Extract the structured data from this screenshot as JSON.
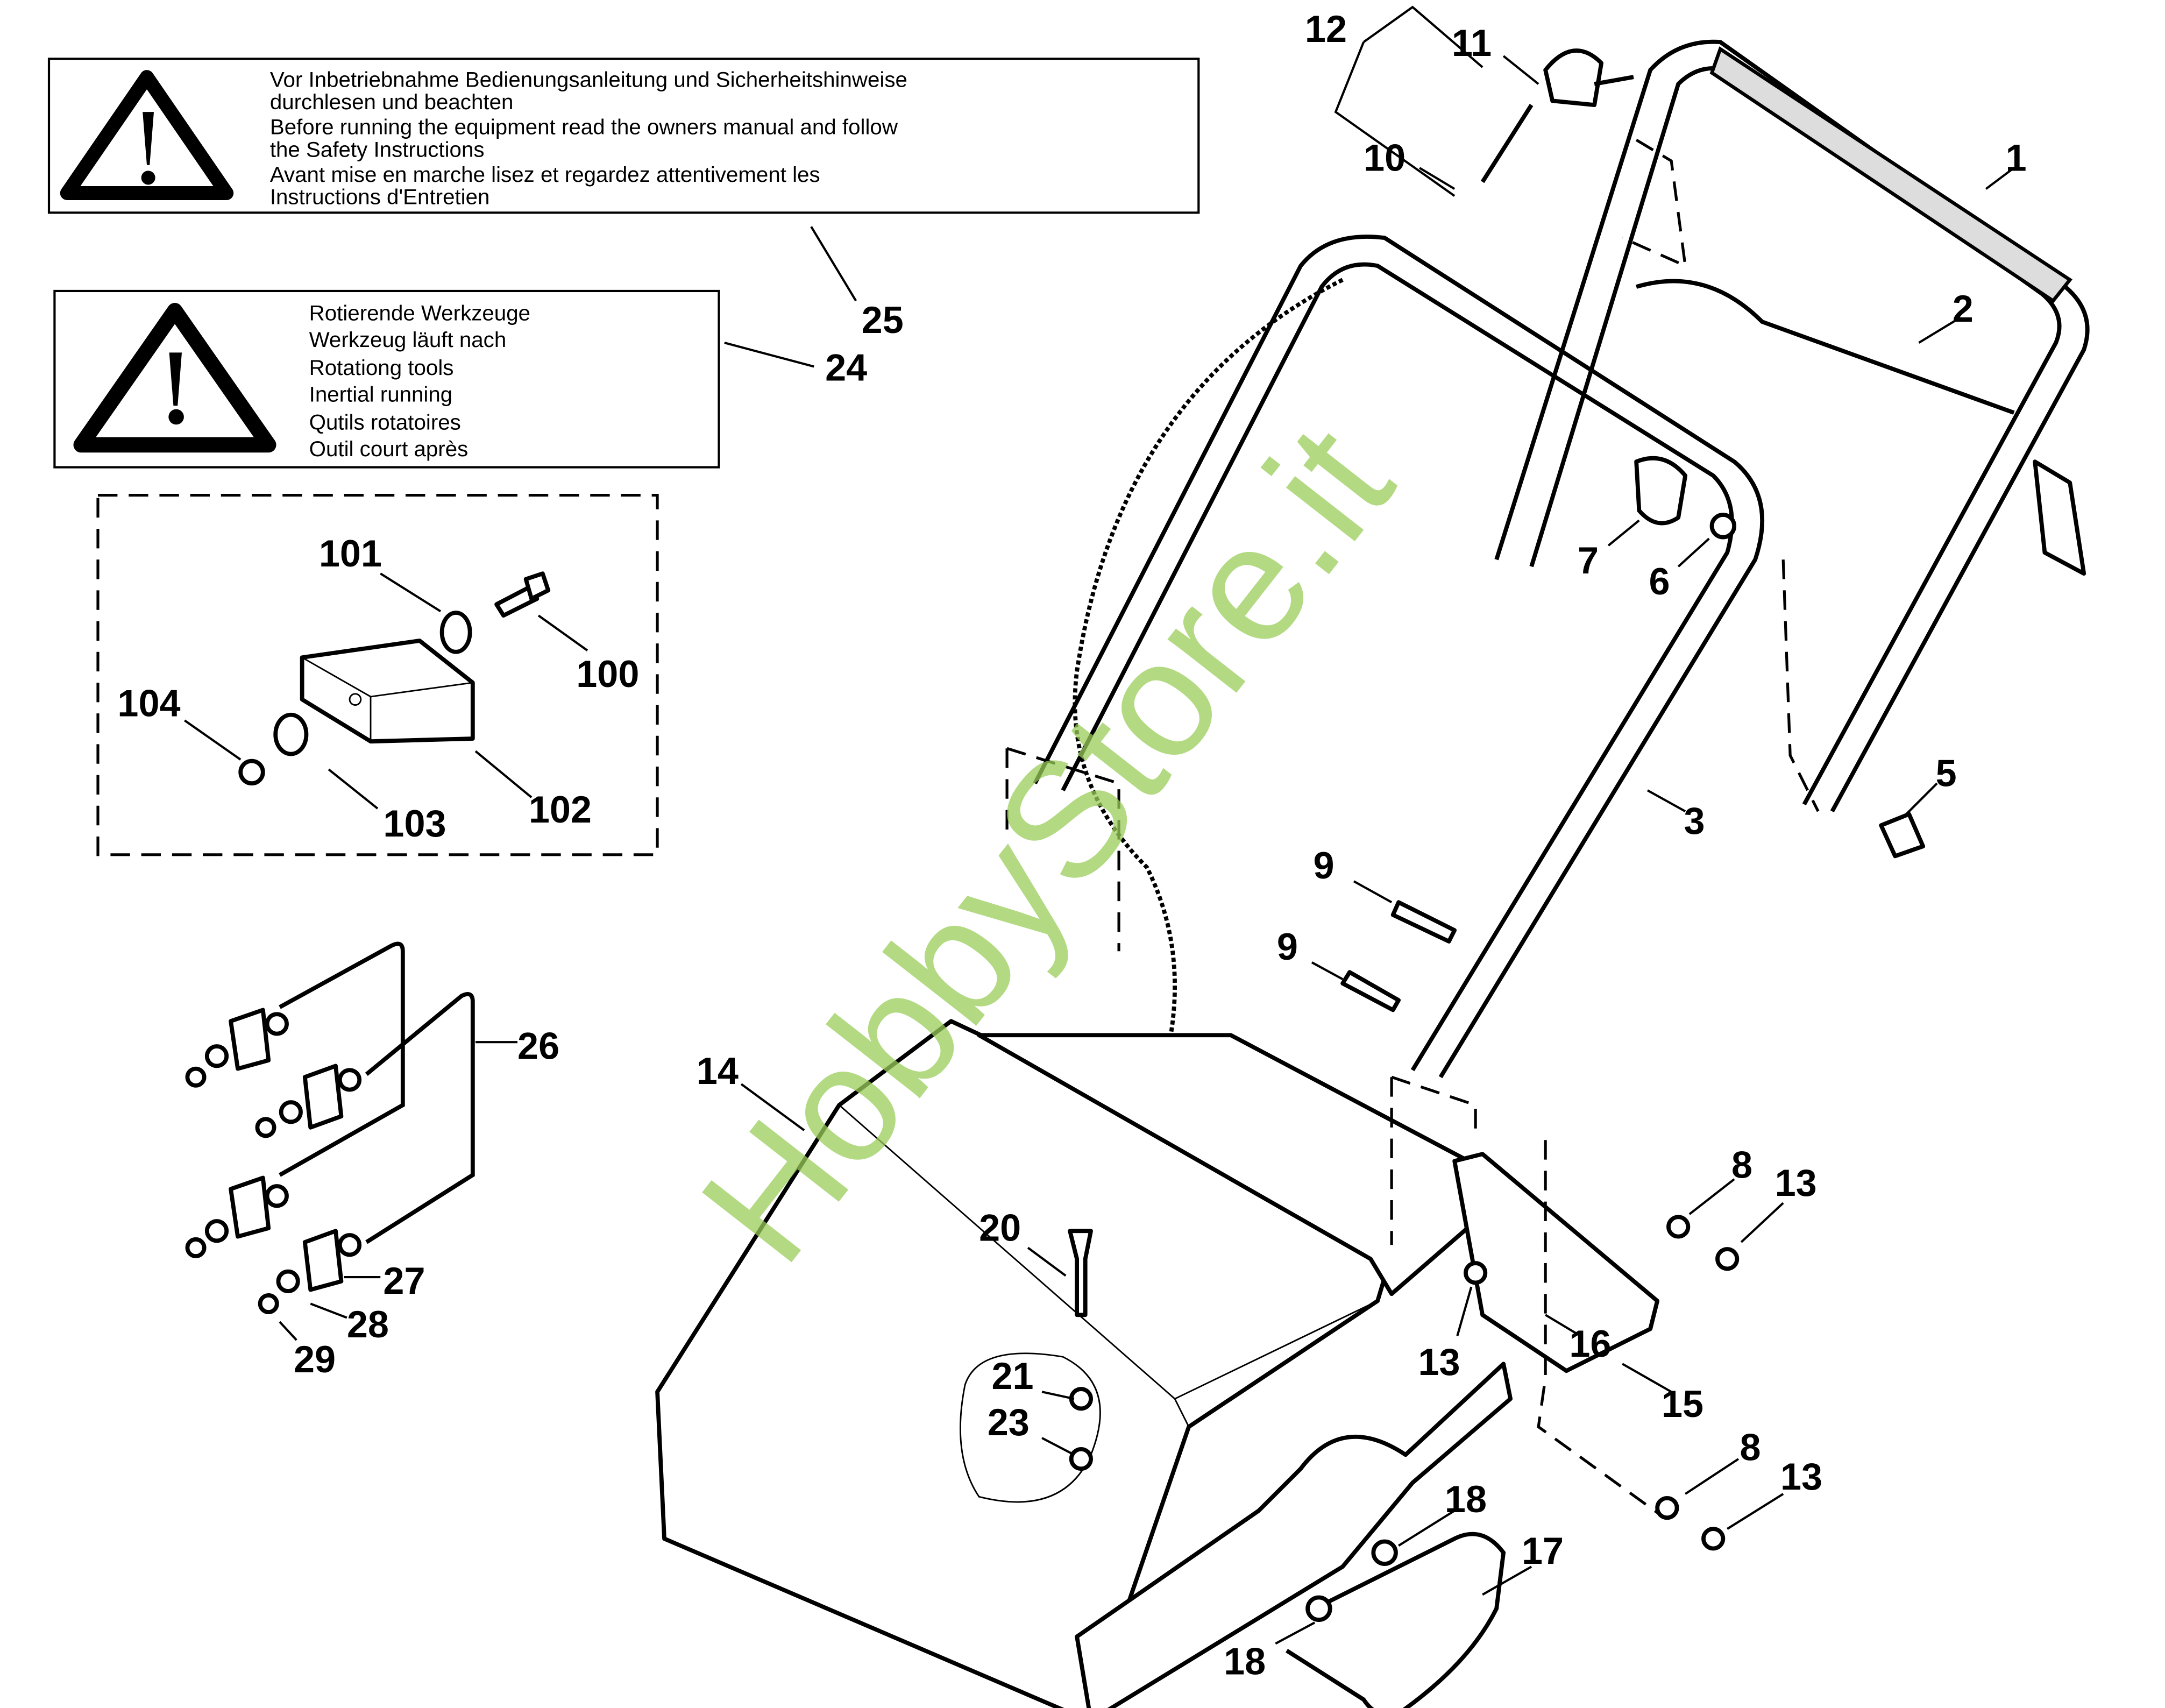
{
  "warning_label_25": {
    "lines": [
      "Vor Inbetriebnahme Bedienungsanleitung und Sicherheitshinweise",
      "durchlesen und beachten",
      "Before running the equipment read the owners manual and follow",
      "the Safety Instructions",
      "Avant mise en marche lisez et regardez attentivement les",
      "Instructions d'Entretien"
    ],
    "icon": "warning-triangle-icon"
  },
  "warning_label_24": {
    "lines": [
      "Rotierende Werkzeuge",
      "Werkzeug läuft nach",
      "Rotationg tools",
      "Inertial running",
      "Qutils rotatoires",
      "Outil court après"
    ],
    "icon": "warning-triangle-icon"
  },
  "callouts": [
    "12",
    "11",
    "10",
    "1",
    "2",
    "25",
    "24",
    "7",
    "6",
    "101",
    "100",
    "104",
    "102",
    "103",
    "5",
    "3",
    "9",
    "9",
    "26",
    "14",
    "8",
    "13",
    "20",
    "27",
    "28",
    "29",
    "21",
    "13",
    "16",
    "15",
    "23",
    "8",
    "13",
    "18",
    "17",
    "18"
  ],
  "watermark": "HobbyStore.it",
  "colors": {
    "watermark": "#9acd5a",
    "lines": "#000000"
  }
}
